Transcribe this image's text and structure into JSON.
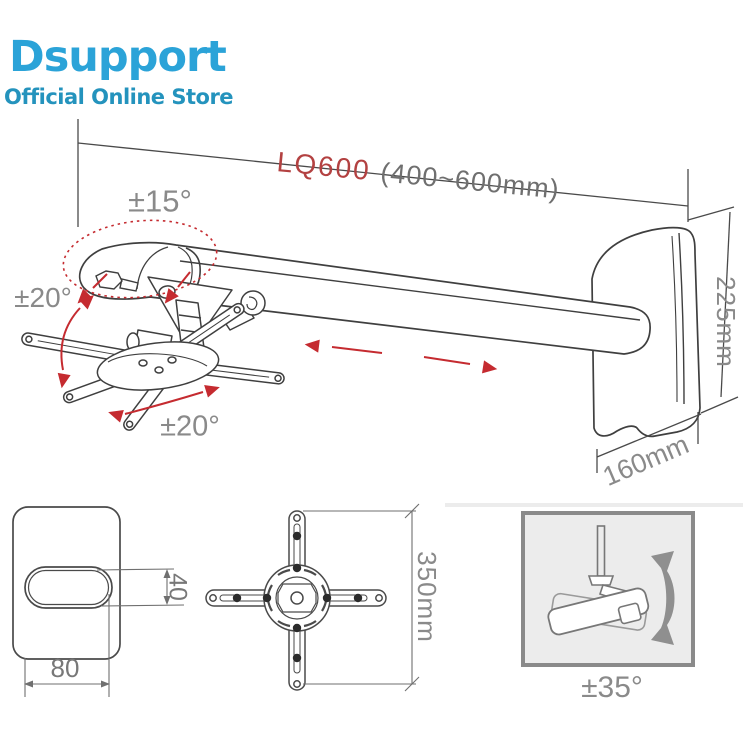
{
  "store": {
    "name": "Dsupport",
    "tagline": "Official Online Store"
  },
  "product": {
    "model": "LQ600",
    "extension_range": "(400~600mm)"
  },
  "annotations": {
    "arm_tilt": "±15°",
    "joint_swivel": "±20°",
    "arms_swivel": "±20°",
    "projector_rotation": "±35°"
  },
  "dimensions": {
    "wall_plate_height": "225mm",
    "wall_plate_depth": "160mm",
    "slot_height": "40",
    "slot_width": "80",
    "cross_span": "350mm"
  },
  "colors": {
    "brand_blue": "#2ba3d8",
    "tagline_teal": "#2493bd",
    "model_red": "#b34141",
    "annotation_red": "#c52b30",
    "dimension_gray": "#8a8a8a",
    "line_dark": "#3f3f3f"
  }
}
